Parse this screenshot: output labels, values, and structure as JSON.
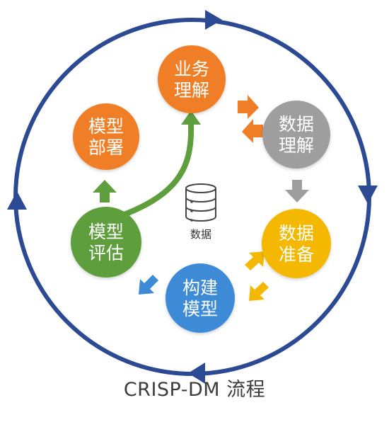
{
  "title": "CRISP-DM 流程",
  "center": {
    "label": "数据"
  },
  "phases": {
    "business": {
      "line1": "业务",
      "line2": "理解",
      "color": "#F07E26"
    },
    "data_understanding": {
      "line1": "数据",
      "line2": "理解",
      "color": "#9E9E9E"
    },
    "data_preparation": {
      "line1": "数据",
      "line2": "准备",
      "color": "#F5B800"
    },
    "modeling": {
      "line1": "构建",
      "line2": "模型",
      "color": "#3D8AD6"
    },
    "evaluation": {
      "line1": "模型",
      "line2": "评估",
      "color": "#5E9E3C"
    },
    "deployment": {
      "line1": "模型",
      "line2": "部署",
      "color": "#F07E26"
    }
  },
  "colors": {
    "outer_cycle": "#2C4A93",
    "arrow_orange": "#F07E26",
    "arrow_gray": "#9E9E9E",
    "arrow_yellow": "#F5B800",
    "arrow_blue": "#3D8AD6",
    "arrow_green": "#5E9E3C"
  },
  "icons": {
    "center": "database-icon"
  }
}
